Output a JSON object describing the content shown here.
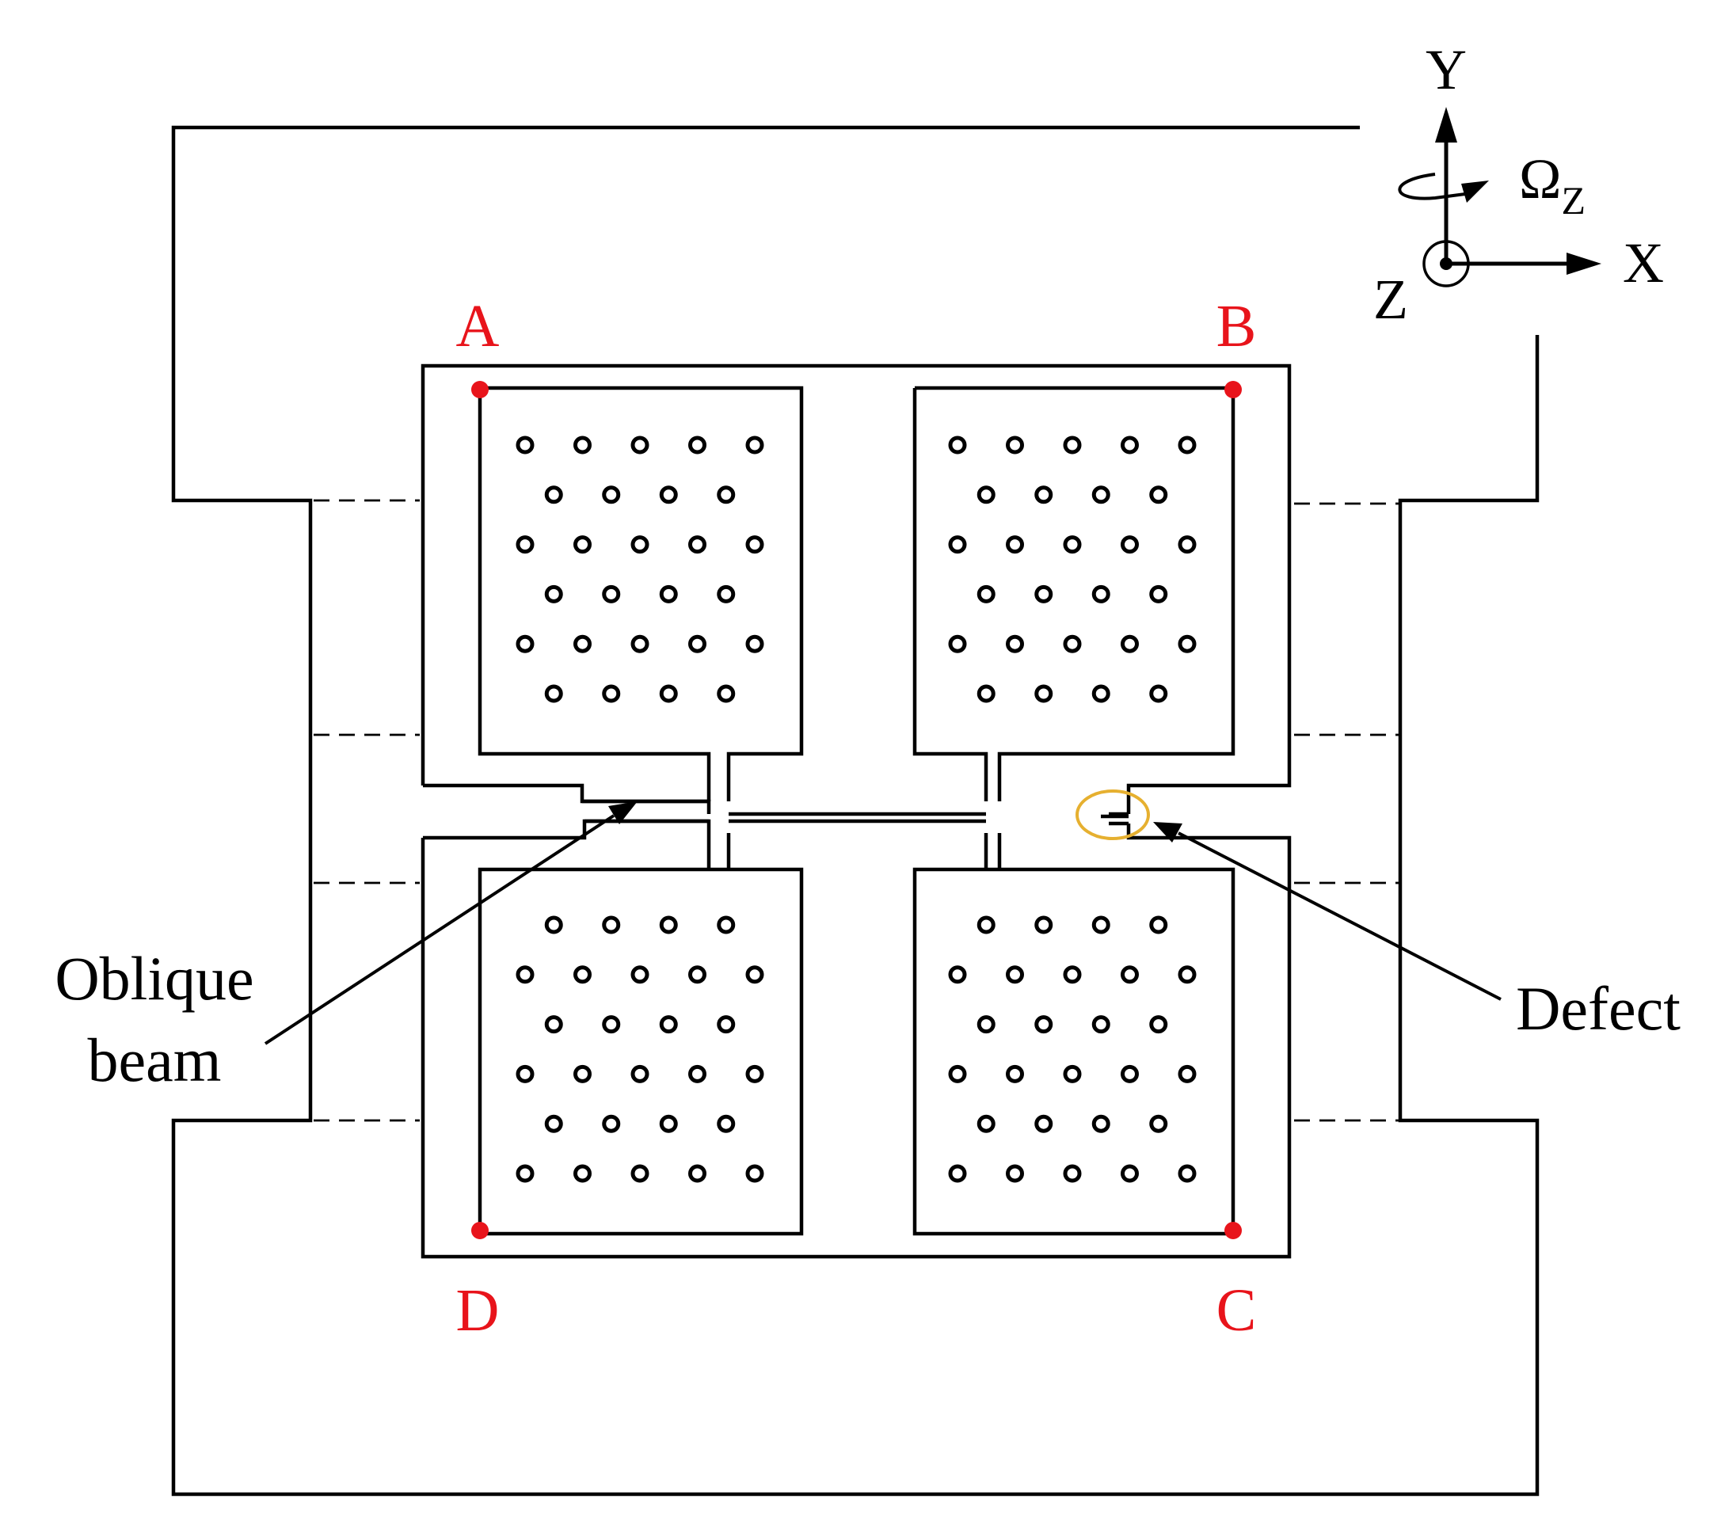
{
  "axes": {
    "y": "Y",
    "x": "X",
    "z": "Z",
    "omega": "Ω",
    "omega_sub": "Z"
  },
  "corners": {
    "a": "A",
    "b": "B",
    "c": "C",
    "d": "D"
  },
  "annotations": {
    "oblique_line1": "Oblique",
    "oblique_line2": "beam",
    "defect": "Defect"
  },
  "colors": {
    "line": "#000000",
    "corner_point": "#e8141b",
    "corner_label": "#e8141b",
    "defect_marker": "#e6b030"
  },
  "proof_mass_hole_pattern": {
    "rows_per_mass": 6,
    "holes_per_long_row": 5,
    "holes_per_short_row": 4
  }
}
